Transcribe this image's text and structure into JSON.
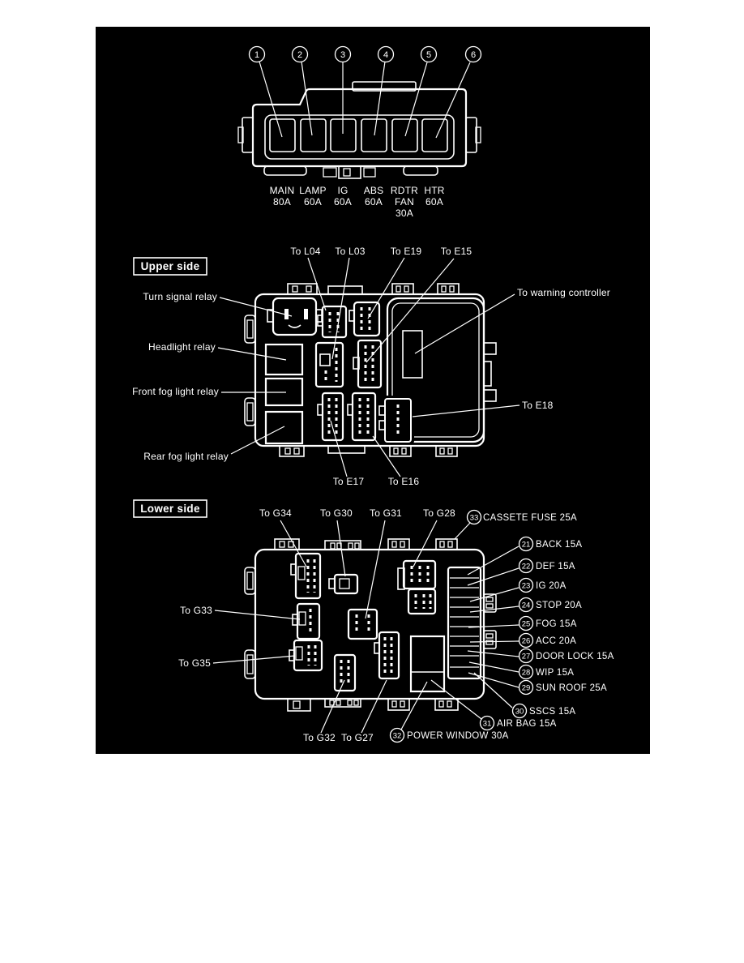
{
  "colors": {
    "page_bg": "#ffffff",
    "diagram_bg": "#000000",
    "line": "#ffffff"
  },
  "main_fuse_box": {
    "fuses": [
      {
        "callout": "1",
        "lines": [
          "MAIN",
          "80A"
        ]
      },
      {
        "callout": "2",
        "lines": [
          "LAMP",
          "60A"
        ]
      },
      {
        "callout": "3",
        "lines": [
          "IG",
          "60A"
        ]
      },
      {
        "callout": "4",
        "lines": [
          "ABS",
          "60A"
        ]
      },
      {
        "callout": "5",
        "lines": [
          "RDTR",
          "FAN",
          "30A"
        ]
      },
      {
        "callout": "6",
        "lines": [
          "HTR",
          "60A"
        ]
      }
    ]
  },
  "upper_side": {
    "title": "Upper side",
    "labels": {
      "turn_signal_relay": "Turn signal relay",
      "headlight_relay": "Headlight relay",
      "front_fog_light_relay": "Front fog light relay",
      "rear_fog_light_relay": "Rear fog light relay",
      "to_l04": "To L04",
      "to_l03": "To L03",
      "to_e19": "To E19",
      "to_e15": "To E15",
      "to_warning_controller": "To warning controller",
      "to_e18": "To E18",
      "to_e17": "To E17",
      "to_e16": "To E16"
    }
  },
  "lower_side": {
    "title": "Lower side",
    "labels": {
      "to_g34": "To G34",
      "to_g30": "To G30",
      "to_g31": "To G31",
      "to_g28": "To G28",
      "to_g33": "To G33",
      "to_g35": "To G35",
      "to_g32": "To G32",
      "to_g27": "To G27"
    },
    "cassette": {
      "callout": "33",
      "label": "CASSETE FUSE 25A"
    },
    "fuses": [
      {
        "callout": "21",
        "label": "BACK 15A"
      },
      {
        "callout": "22",
        "label": "DEF 15A"
      },
      {
        "callout": "23",
        "label": "IG 20A"
      },
      {
        "callout": "24",
        "label": "STOP 20A"
      },
      {
        "callout": "25",
        "label": "FOG 15A"
      },
      {
        "callout": "26",
        "label": "ACC 20A"
      },
      {
        "callout": "27",
        "label": "DOOR LOCK 15A"
      },
      {
        "callout": "28",
        "label": "WIP 15A"
      },
      {
        "callout": "29",
        "label": "SUN ROOF 25A"
      },
      {
        "callout": "30",
        "label": "SSCS 15A"
      },
      {
        "callout": "31",
        "label": "AIR BAG 15A"
      },
      {
        "callout": "32",
        "label": "POWER WINDOW 30A"
      }
    ]
  }
}
